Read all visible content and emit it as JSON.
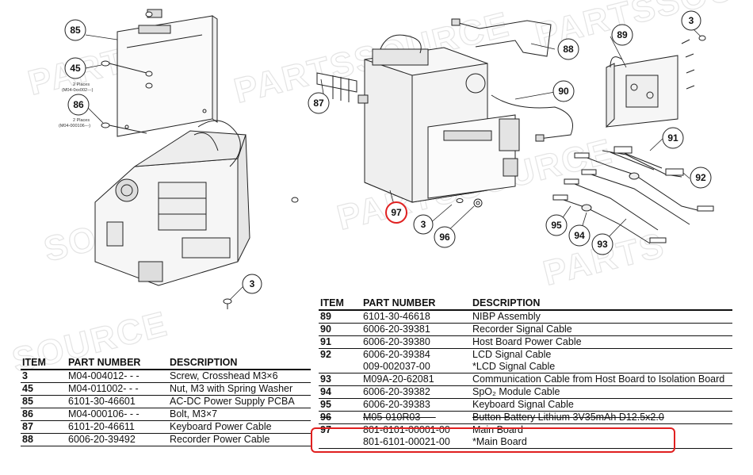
{
  "watermark": {
    "text_a": "PARTSSOURCE",
    "text_b": "SOURCE",
    "text_c": "PARTS"
  },
  "callouts": [
    "85",
    "45",
    "86",
    "87",
    "88",
    "90",
    "89",
    "3",
    "91",
    "92",
    "97",
    "3",
    "96",
    "95",
    "94",
    "93",
    "3"
  ],
  "notes": {
    "n45_line1": "2 Places",
    "n45_line2": "(M04-0xx002---)",
    "n86_line1": "2 Places",
    "n86_line2": "(M04-000106---)"
  },
  "table_left": {
    "headers": [
      "ITEM",
      "PART NUMBER",
      "DESCRIPTION"
    ],
    "rows": [
      {
        "item": "3",
        "part": "M04-004012- - -",
        "desc": "Screw, Crosshead M3×6"
      },
      {
        "item": "45",
        "part": "M04-011002- - -",
        "desc": "Nut, M3 with Spring Washer"
      },
      {
        "item": "85",
        "part": "6101-30-46601",
        "desc": "AC-DC Power Supply PCBA"
      },
      {
        "item": "86",
        "part": "M04-000106- - -",
        "desc": "Bolt, M3×7"
      },
      {
        "item": "87",
        "part": "6101-20-46611",
        "desc": "Keyboard Power Cable"
      },
      {
        "item": "88",
        "part": "6006-20-39492",
        "desc": "Recorder Power Cable"
      }
    ]
  },
  "table_right": {
    "headers": [
      "ITEM",
      "PART NUMBER",
      "DESCRIPTION"
    ],
    "rows": [
      {
        "item": "89",
        "part": "6101-30-46618",
        "desc": "NIBP Assembly"
      },
      {
        "item": "90",
        "part": "6006-20-39381",
        "desc": "Recorder Signal Cable"
      },
      {
        "item": "91",
        "part": "6006-20-39380",
        "desc": "Host Board Power Cable"
      },
      {
        "item": "92",
        "part": "6006-20-39384",
        "desc": "LCD Signal Cable",
        "part2": "009-002037-00",
        "desc2": "*LCD Signal Cable"
      },
      {
        "item": "93",
        "part": "M09A-20-62081",
        "desc": "Communication Cable from Host Board to Isolation Board"
      },
      {
        "item": "94",
        "part": "6006-20-39382",
        "desc": "SpO₂ Module Cable"
      },
      {
        "item": "95",
        "part": "6006-20-39383",
        "desc": "Keyboard Signal Cable"
      },
      {
        "item": "96",
        "part": "M05-010R03- - -",
        "desc": "Button Battery Lithium 3V35mAh D12.5x2.0"
      },
      {
        "item": "97",
        "part": "801-6101-00001-00",
        "desc": "Main Board",
        "part2": "801-6101-00021-00",
        "desc2": "*Main Board"
      }
    ]
  },
  "colors": {
    "highlight": "#e02020",
    "callout_ring_highlight": "#e02020",
    "line": "#222222",
    "watermark": "#e4e4e4"
  }
}
